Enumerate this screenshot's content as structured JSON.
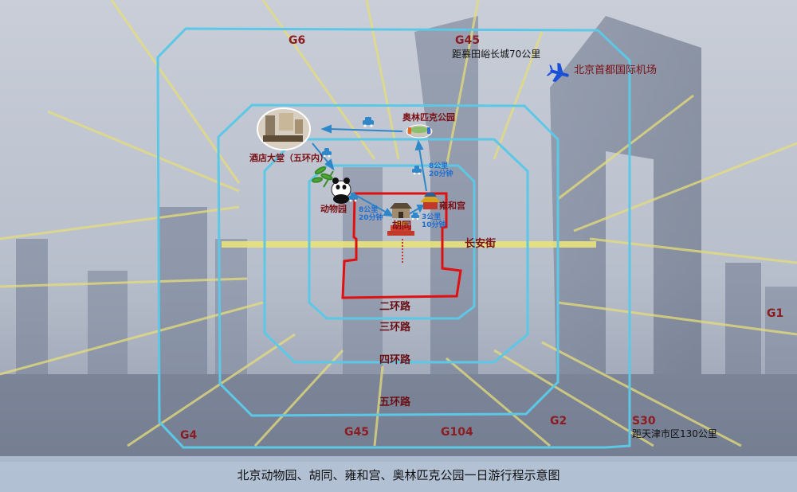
{
  "caption": "北京动物园、胡同、雍和宫、奥林匹克公园一日游行程示意图",
  "highways": {
    "g6": "G6",
    "g45_top": "G45",
    "g1": "G1",
    "g4": "G4",
    "g45_bottom": "G45",
    "g104": "G104",
    "g2": "G2",
    "s30": "S30"
  },
  "notes": {
    "great_wall": "距慕田峪长城70公里",
    "airport": "北京首都国际机场",
    "tianjin": "距天津市区130公里"
  },
  "rings": {
    "r2": "二环路",
    "r3": "三环路",
    "r4": "四环路",
    "r5": "五环路"
  },
  "street": "长安街",
  "pois": {
    "hotel": "酒店大堂（五环内）",
    "olympic": "奥林匹克公园",
    "zoo": "动物园",
    "hutong": "胡同",
    "lama_temple": "雍和宫"
  },
  "legs": {
    "zoo_hutong_km": "8公里",
    "zoo_hutong_min": "20分钟",
    "hutong_temple_km": "3公里",
    "hutong_temple_min": "10分钟",
    "temple_olympic_km": "8公里",
    "temple_olympic_min": "20分钟"
  },
  "icons": [
    "car-icon",
    "airplane-icon",
    "panda-icon",
    "bamboo-icon",
    "hotel-photo-icon",
    "temple-icon",
    "gate-icon",
    "stadium-icon"
  ],
  "colors": {
    "ring_road": "#5cc8e6",
    "route_arrow": "#2d87c9",
    "second_ring": "#e01010",
    "label_red": "#7a0f14",
    "expressway": "#e6dd7a"
  }
}
